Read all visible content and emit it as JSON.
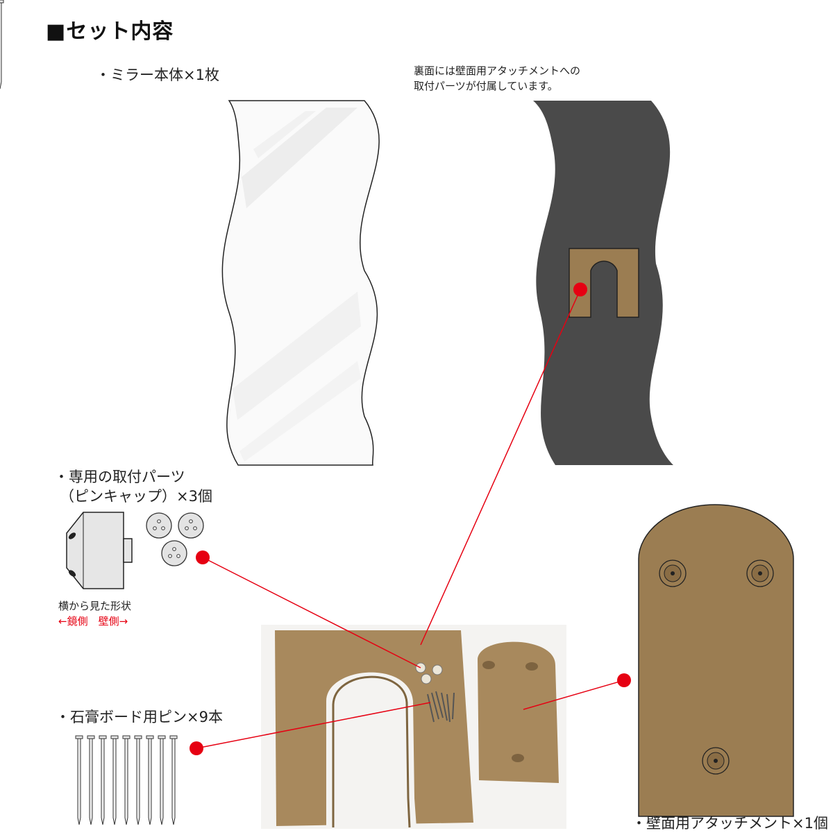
{
  "title": "■セット内容",
  "items": {
    "mirror": "・ミラー本体×1枚",
    "back_note_line1": "裏面には壁面用アタッチメントへの",
    "back_note_line2": "取付パーツが付属しています。",
    "pincap_line1": "・専用の取付パーツ",
    "pincap_line2": "（ピンキャップ）×3個",
    "side_view": "横から見た形状",
    "side_direction": "←鏡側　壁側→",
    "pins": "・石膏ボード用ピン×9本",
    "attachment": "・壁面用アタッチメント×1個"
  },
  "colors": {
    "mdf": "#9b7d52",
    "mirror_back": "#4a4a4a",
    "pointer": "#e60012"
  }
}
